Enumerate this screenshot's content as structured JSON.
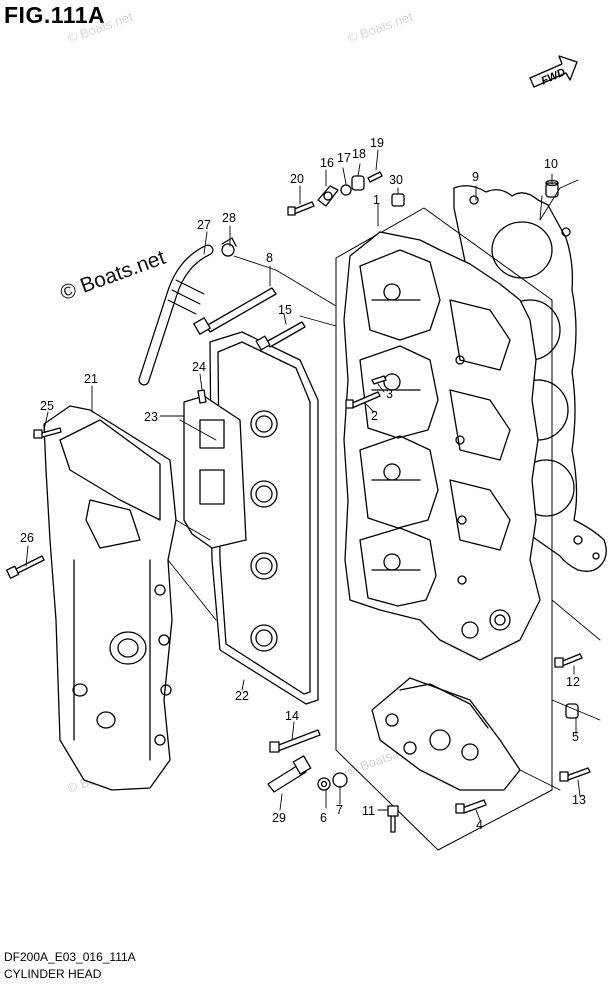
{
  "figure": {
    "title": "FIG.111A",
    "model_code": "DF200A_E03_016_111A",
    "name": "CYLINDER HEAD",
    "direction_label": "FWD"
  },
  "watermark": {
    "text": "© Boats.net"
  },
  "callouts": [
    "1",
    "2",
    "3",
    "4",
    "5",
    "6",
    "7",
    "8",
    "9",
    "10",
    "11",
    "12",
    "13",
    "14",
    "15",
    "16",
    "17",
    "18",
    "19",
    "20",
    "21",
    "22",
    "23",
    "24",
    "25",
    "26",
    "27",
    "28",
    "29",
    "30"
  ]
}
